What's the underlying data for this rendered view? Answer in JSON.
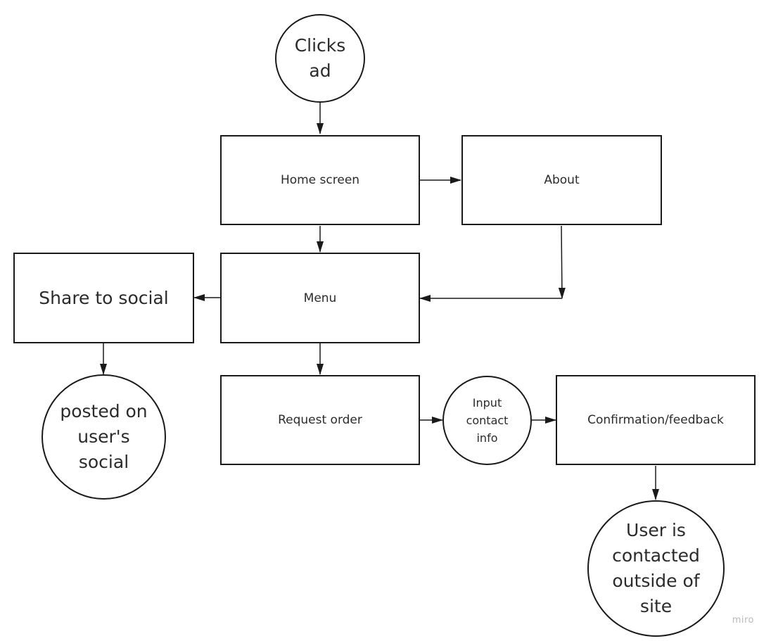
{
  "nodes": {
    "clicks_ad": "Clicks\nad",
    "home_screen": "Home screen",
    "about": "About",
    "menu": "Menu",
    "share_to_social": "Share to social",
    "posted_on_social": "posted on\nuser's\nsocial",
    "request_order": "Request order",
    "input_contact_info": "Input\ncontact\ninfo",
    "confirmation_feedback": "Confirmation/feedback",
    "user_contacted": "User is\ncontacted\noutside of\nsite"
  },
  "edges": [
    {
      "from": "clicks_ad",
      "to": "home_screen"
    },
    {
      "from": "home_screen",
      "to": "about"
    },
    {
      "from": "home_screen",
      "to": "menu"
    },
    {
      "from": "about",
      "to": "menu"
    },
    {
      "from": "menu",
      "to": "share_to_social"
    },
    {
      "from": "menu",
      "to": "request_order"
    },
    {
      "from": "share_to_social",
      "to": "posted_on_social"
    },
    {
      "from": "request_order",
      "to": "input_contact_info"
    },
    {
      "from": "input_contact_info",
      "to": "confirmation_feedback"
    },
    {
      "from": "confirmation_feedback",
      "to": "user_contacted"
    }
  ],
  "watermark": "miro",
  "colors": {
    "stroke": "#1a1a1a",
    "text": "#2b2b2b",
    "watermark": "#b8b8b8"
  }
}
